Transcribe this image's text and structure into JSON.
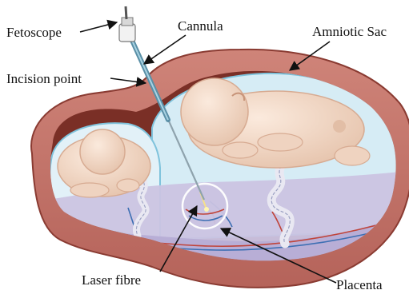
{
  "labels": {
    "fetoscope": "Fetoscope",
    "cannula": "Cannula",
    "amniotic_sac": "Amniotic Sac",
    "incision_point": "Incision point",
    "laser_fibre": "Laser fibre",
    "placenta": "Placenta"
  },
  "colors": {
    "uterus_wall": "#c07068",
    "uterus_outline": "#8a3b32",
    "cavity": "#6e2a22",
    "amniotic_fluid": "#d6ecf5",
    "fluid_edge": "#7fc3dc",
    "placenta": "#c9c2e0",
    "fetus_skin": "#f3dccb",
    "fetus_shadow": "#e2bea6",
    "cord": "#e9e8f2",
    "instrument": "#5a8fa6",
    "arrow": "#111111"
  }
}
